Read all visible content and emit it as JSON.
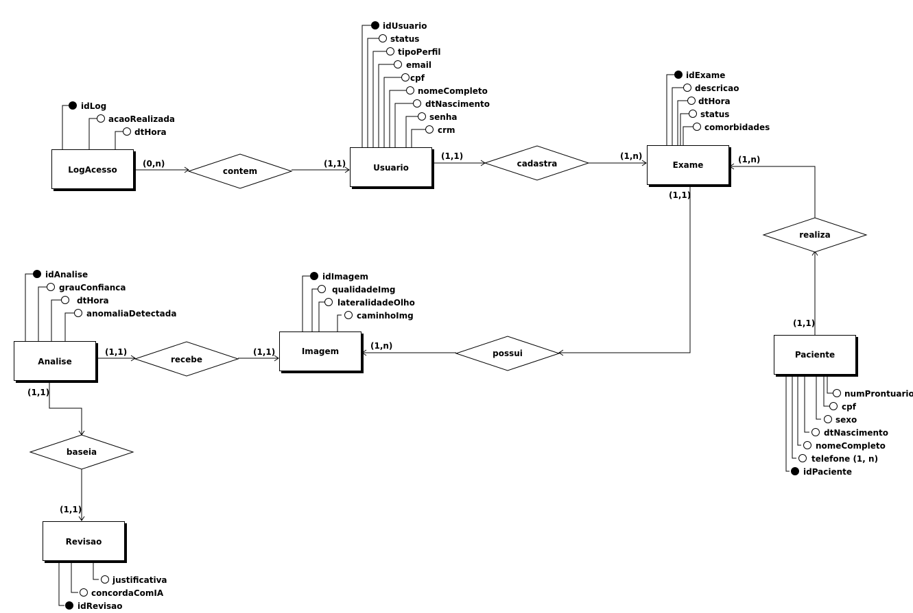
{
  "entities": {
    "logacesso": "LogAcesso",
    "usuario": "Usuario",
    "exame": "Exame",
    "analise": "Analise",
    "imagem": "Imagem",
    "paciente": "Paciente",
    "revisao": "Revisao"
  },
  "relationships": {
    "contem": "contem",
    "cadastra": "cadastra",
    "realiza": "realiza",
    "recebe": "recebe",
    "possui": "possui",
    "baseia": "baseia"
  },
  "cardinalities": {
    "logacesso_contem": "(0,n)",
    "usuario_contem": "(1,1)",
    "usuario_cadastra": "(1,1)",
    "exame_cadastra": "(1,n)",
    "exame_realiza": "(1,n)",
    "exame_possui": "(1,1)",
    "paciente_realiza": "(1,1)",
    "analise_recebe": "(1,1)",
    "imagem_recebe": "(1,1)",
    "imagem_possui": "(1,n)",
    "analise_baseia": "(1,1)",
    "revisao_baseia": "(1,1)"
  },
  "attributes": {
    "logacesso": [
      {
        "name": "idLog",
        "key": true
      },
      {
        "name": "acaoRealizada",
        "key": false
      },
      {
        "name": "dtHora",
        "key": false
      }
    ],
    "usuario": [
      {
        "name": "idUsuario",
        "key": true
      },
      {
        "name": "status",
        "key": false
      },
      {
        "name": "tipoPerfil",
        "key": false
      },
      {
        "name": "email",
        "key": false
      },
      {
        "name": "cpf",
        "key": false
      },
      {
        "name": "nomeCompleto",
        "key": false
      },
      {
        "name": "dtNascimento",
        "key": false
      },
      {
        "name": "senha",
        "key": false
      },
      {
        "name": "crm",
        "key": false
      }
    ],
    "exame": [
      {
        "name": "idExame",
        "key": true
      },
      {
        "name": "descricao",
        "key": false
      },
      {
        "name": "dtHora",
        "key": false
      },
      {
        "name": "status",
        "key": false
      },
      {
        "name": "comorbidades",
        "key": false
      }
    ],
    "analise": [
      {
        "name": "idAnalise",
        "key": true
      },
      {
        "name": "grauConfianca",
        "key": false
      },
      {
        "name": "dtHora",
        "key": false
      },
      {
        "name": "anomaliaDetectada",
        "key": false
      }
    ],
    "imagem": [
      {
        "name": "idImagem",
        "key": true
      },
      {
        "name": "qualidadeImg",
        "key": false
      },
      {
        "name": "lateralidadeOlho",
        "key": false
      },
      {
        "name": "caminhoImg",
        "key": false
      }
    ],
    "paciente": [
      {
        "name": "numProntuario",
        "key": false
      },
      {
        "name": "cpf",
        "key": false
      },
      {
        "name": "sexo",
        "key": false
      },
      {
        "name": "dtNascimento",
        "key": false
      },
      {
        "name": "nomeCompleto",
        "key": false
      },
      {
        "name": "telefone (1, n)",
        "key": false
      },
      {
        "name": "idPaciente",
        "key": true
      }
    ],
    "revisao": [
      {
        "name": "justificativa",
        "key": false
      },
      {
        "name": "concordaComIA",
        "key": false
      },
      {
        "name": "idRevisao",
        "key": true
      }
    ]
  }
}
